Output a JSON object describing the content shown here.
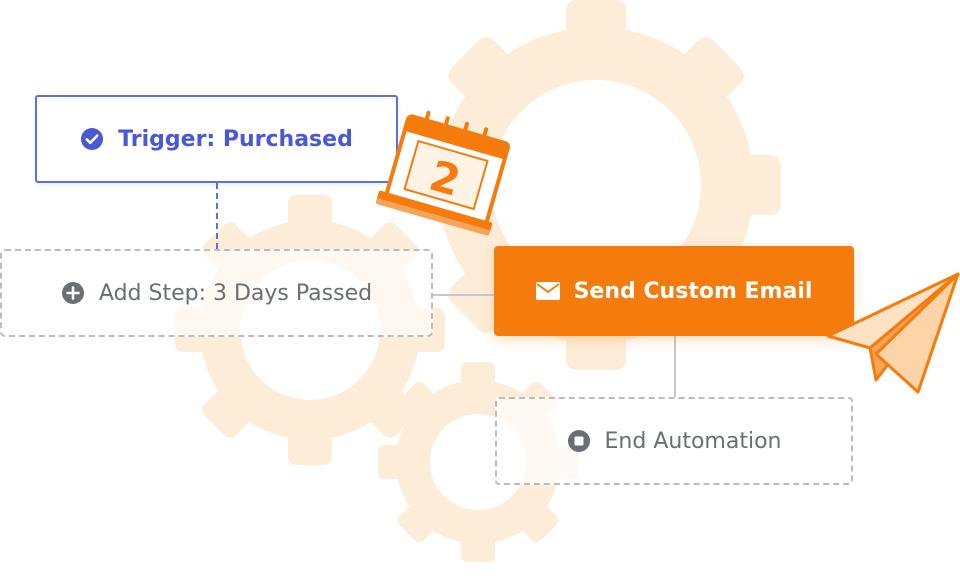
{
  "flow": {
    "trigger": {
      "label": "Trigger: Purchased",
      "icon": "check-circle-icon"
    },
    "add_step": {
      "label": "Add Step: 3 Days Passed",
      "icon": "plus-circle-icon"
    },
    "send_email": {
      "label": "Send Custom Email",
      "icon": "envelope-icon"
    },
    "end": {
      "label": "End Automation",
      "icon": "stop-circle-icon"
    }
  },
  "calendar": {
    "day": "2"
  },
  "colors": {
    "trigger_accent": "#5b6fe6",
    "action_orange": "#f57c0c",
    "gear_fill": "#fde9d0",
    "muted_text": "#6a6f75",
    "dashed_border": "#b9bdc2"
  }
}
